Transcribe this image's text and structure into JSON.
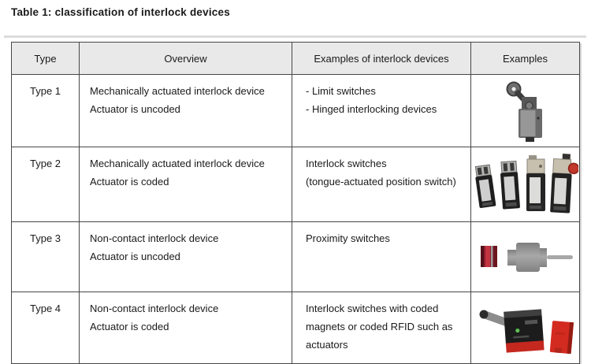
{
  "title": "Table 1: classification of interlock devices",
  "table": {
    "headers": [
      "Type",
      "Overview",
      "Examples of interlock devices",
      "Examples"
    ],
    "rows": [
      {
        "type": "Type 1",
        "overview_lines": [
          "Mechanically actuated interlock device",
          "Actuator is uncoded"
        ],
        "examples_lines": [
          "- Limit switches",
          "- Hinged interlocking devices"
        ],
        "image": "limit-switch"
      },
      {
        "type": "Type 2",
        "overview_lines": [
          "Mechanically actuated interlock device",
          "Actuator is coded"
        ],
        "examples_lines": [
          "Interlock switches",
          "(tongue-actuated position switch)"
        ],
        "image": "interlock-switches"
      },
      {
        "type": "Type 3",
        "overview_lines": [
          "Non-contact interlock device",
          "Actuator is uncoded"
        ],
        "examples_lines": [
          "Proximity switches"
        ],
        "image": "proximity-switch"
      },
      {
        "type": "Type 4",
        "overview_lines": [
          "Non-contact interlock device",
          "Actuator is coded"
        ],
        "examples_lines": [
          "Interlock switches with coded",
          "magnets or coded RFID such as",
          "actuators"
        ],
        "image": "rfid-interlock-switch"
      }
    ]
  },
  "colors": {
    "border": "#474747",
    "header_bg": "#e9e9ea",
    "text": "#1a1a1a",
    "device_red": "#c5281f",
    "device_black": "#1c1c1c",
    "device_silver": "#b3b3b0",
    "device_beige": "#c7c0ae",
    "device_gray": "#9c9c9c"
  }
}
